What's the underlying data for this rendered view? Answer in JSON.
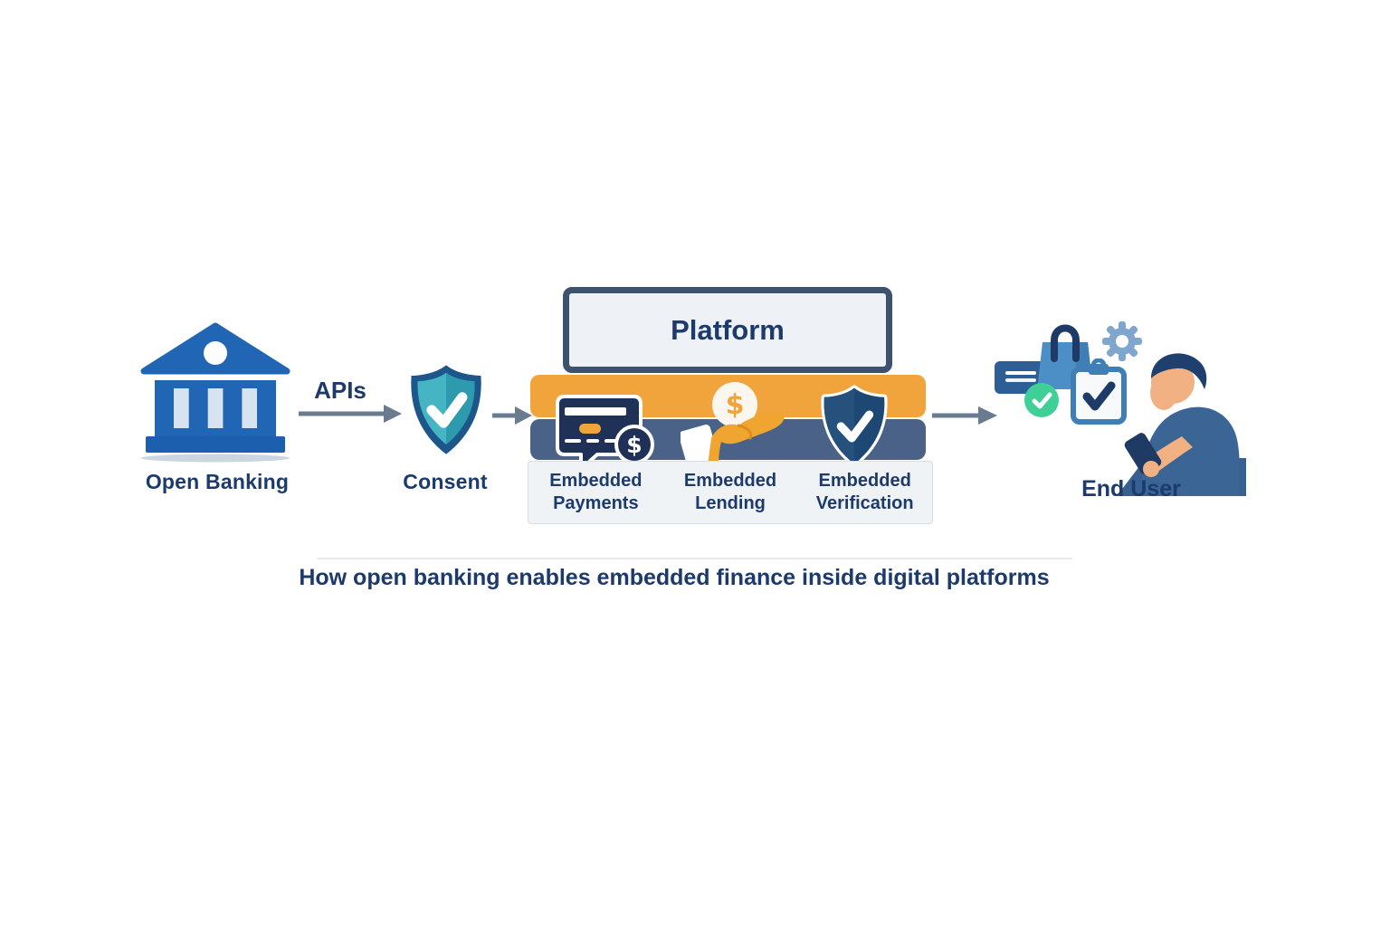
{
  "caption": "How open banking enables embedded finance inside digital platforms",
  "flow": {
    "open_banking": {
      "label": "Open Banking"
    },
    "api_arrow": {
      "label": "APIs"
    },
    "consent": {
      "label": "Consent"
    },
    "platform": {
      "title": "Platform",
      "services": [
        {
          "line1": "Embedded",
          "line2": "Payments",
          "icon": "credit-card-icon"
        },
        {
          "line1": "Embedded",
          "line2": "Lending",
          "icon": "hand-coin-icon"
        },
        {
          "line1": "Embedded",
          "line2": "Verification",
          "icon": "shield-check-icon"
        }
      ]
    },
    "end_user": {
      "label": "End User"
    }
  },
  "icons": {
    "dollar": "$"
  },
  "colors": {
    "navy_text": "#1d3a6c",
    "bank_blue": "#2166b4",
    "orange": "#f2a43c",
    "slate_bar": "#4a6287",
    "teal_shield": "#45b5c4",
    "teal_shield_dark": "#2e9aad",
    "shield_border": "#1d568a",
    "platform_border": "#3d526e",
    "icon_navy": "#203158",
    "green_check": "#3fcf97",
    "arrow_gray": "#6a7b90"
  }
}
